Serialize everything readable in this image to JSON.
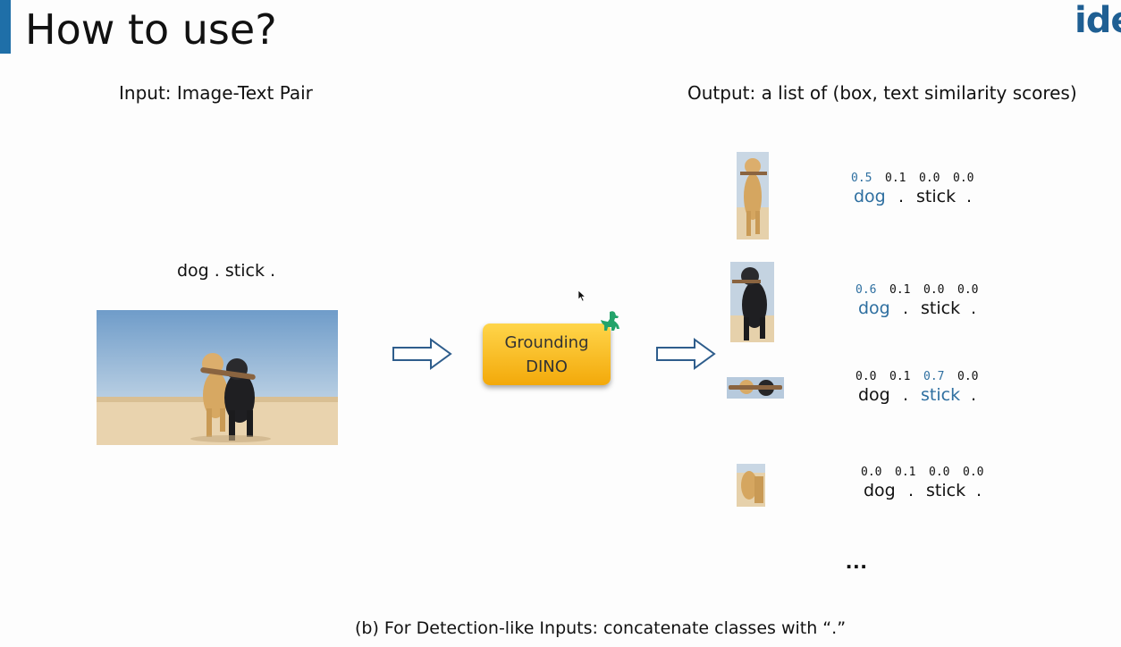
{
  "slide": {
    "title": "How to use?",
    "logo_text": "ide",
    "input_heading": "Input: Image-Text Pair",
    "output_heading": "Output: a list of (box, text similarity scores)",
    "query_text": "dog . stick .",
    "model_line1": "Grounding",
    "model_line2": "DINO",
    "ellipsis": "...",
    "caption": "(b) For Detection-like Inputs: concatenate classes with “.”",
    "highlight_color": "#2e6fa0",
    "model_color": "#f5b414"
  },
  "outputs": [
    {
      "scores": [
        "0.5",
        "0.1",
        "0.0",
        "0.0"
      ],
      "tokens": [
        "dog",
        ".",
        "stick",
        "."
      ],
      "highlight": [
        0
      ]
    },
    {
      "scores": [
        "0.6",
        "0.1",
        "0.0",
        "0.0"
      ],
      "tokens": [
        "dog",
        ".",
        "stick",
        "."
      ],
      "highlight": [
        0
      ]
    },
    {
      "scores": [
        "0.0",
        "0.1",
        "0.7",
        "0.0"
      ],
      "tokens": [
        "dog",
        ".",
        "stick",
        "."
      ],
      "highlight": [
        2
      ]
    },
    {
      "scores": [
        "0.0",
        "0.1",
        "0.0",
        "0.0"
      ],
      "tokens": [
        "dog",
        ".",
        "stick",
        "."
      ],
      "highlight": []
    }
  ]
}
